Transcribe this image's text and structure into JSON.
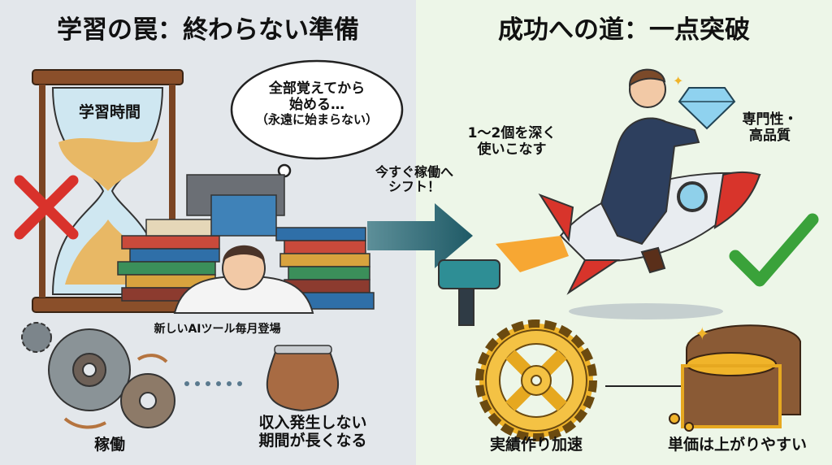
{
  "left": {
    "title": "学習の罠：終わらない準備",
    "hourglass_label": "学習時間",
    "thought": [
      "全部覚えてから",
      "始める…",
      "（永遠に始まらない）"
    ],
    "books_caption": "新しいAIツール毎月登場",
    "gears_caption": "稼働",
    "purse_caption": [
      "収入発生しない",
      "期間が長くなる"
    ]
  },
  "arrow": {
    "label": [
      "今すぐ稼働へ",
      "シフト！"
    ],
    "color": "#2e6f78"
  },
  "right": {
    "title": "成功への道：一点突破",
    "skill_text": [
      "1〜2個を深く",
      "使いこなす"
    ],
    "diamond_text": [
      "専門性・",
      "高品質"
    ],
    "gear_caption": "実績作り加速",
    "chest_caption": "単価は上がりやすい"
  },
  "colors": {
    "left_bg": "#e3e7eb",
    "right_bg": "#edf6e8",
    "cross": "#d9322b",
    "check": "#3aa23a",
    "gold": "#f0b42a"
  }
}
